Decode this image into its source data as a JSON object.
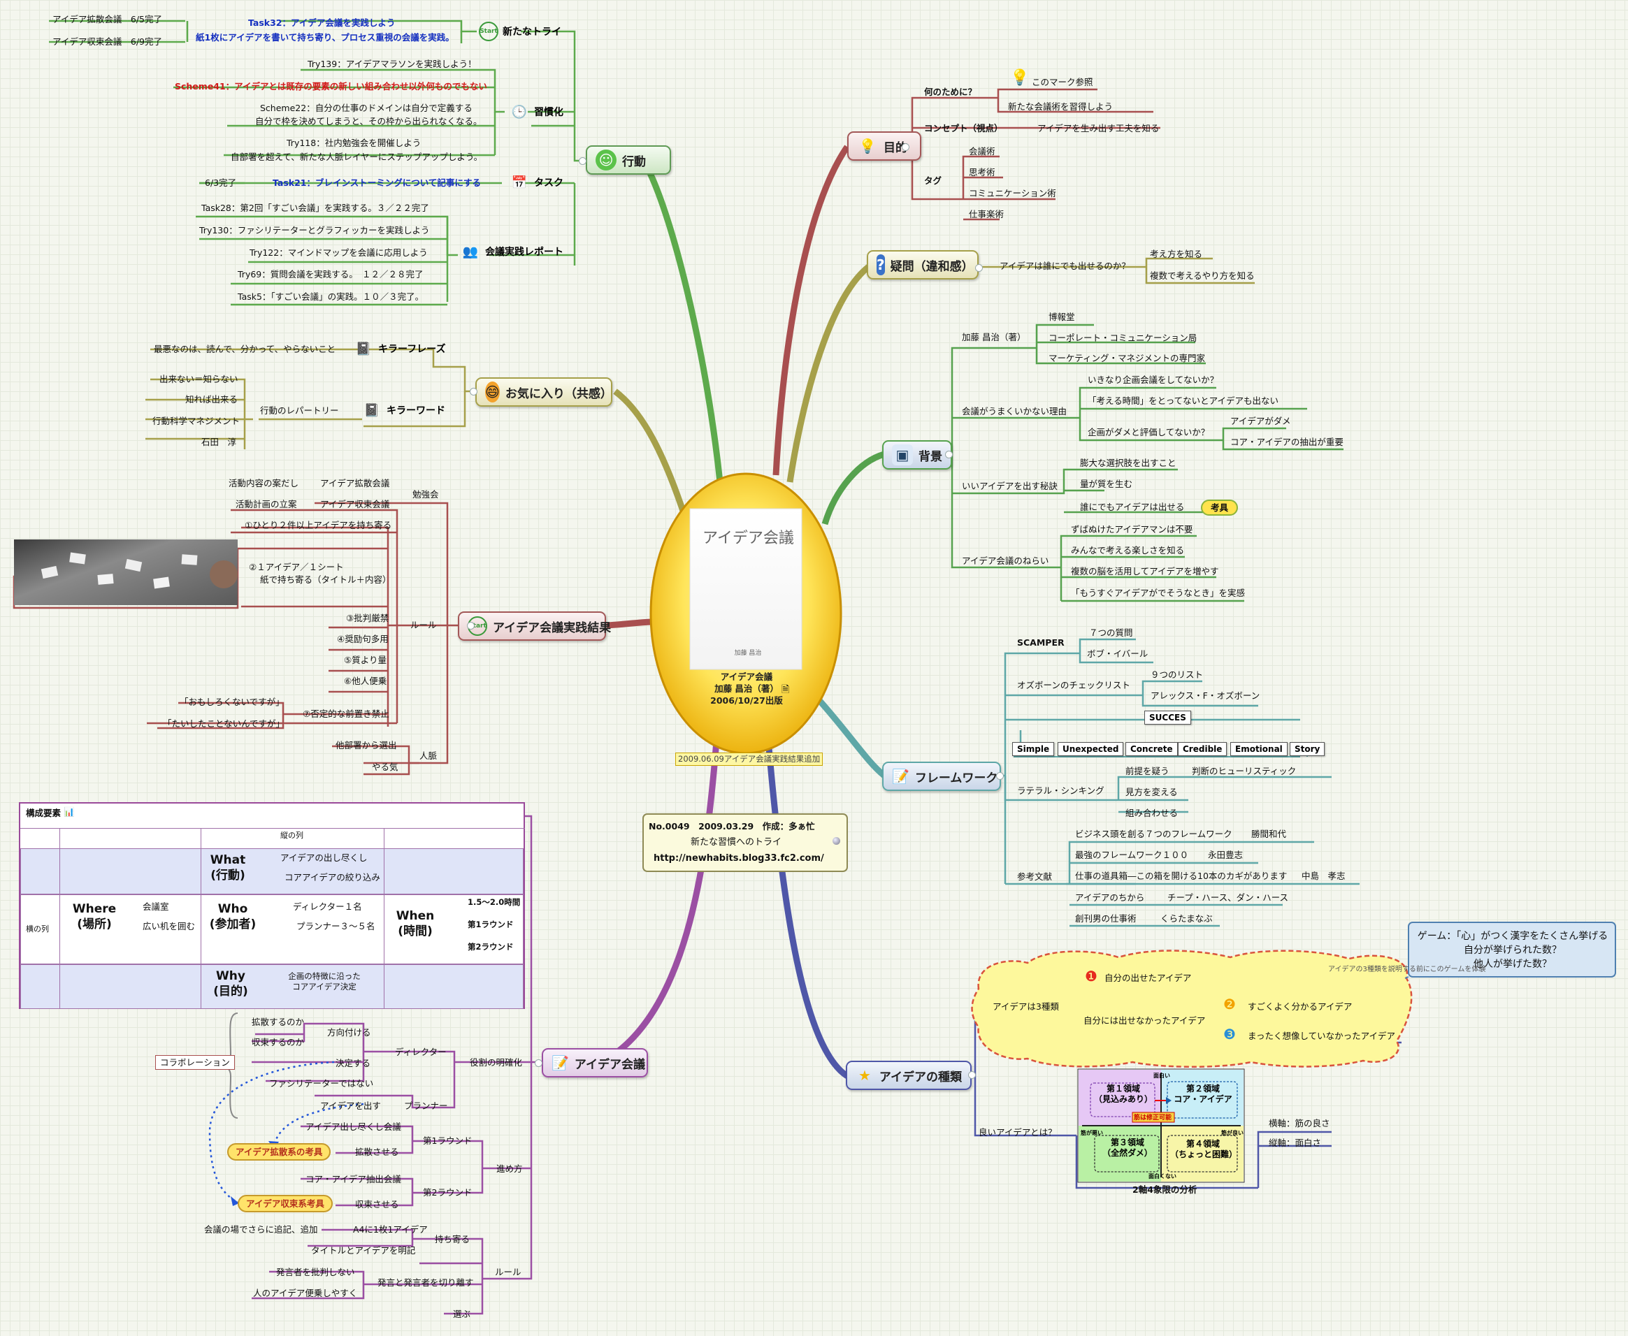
{
  "center": {
    "title": "アイデア会議",
    "author": "加藤 昌治（著）",
    "date": "2006/10/27出版",
    "book_cover_title": "アイデア会議",
    "book_cover_author": "加藤 昌治",
    "update_note": "2009.06.09アイデア会議実践結果追加"
  },
  "info_box": {
    "line1": "No.0049　2009.03.29　作成：多ぁ忙",
    "line2": "新たな習慣へのトライ",
    "line3": "http://newhabits.blog33.fc2.com/"
  },
  "mokuteki": {
    "label": "目的",
    "nanno": "何のために？",
    "mark": "このマーク参照",
    "shutoku": "新たな会議術を習得しよう",
    "concept": "コンセプト（視点）",
    "concept_val": "アイデアを生み出す工夫を知る",
    "tag": "タグ",
    "tags": [
      "会議術",
      "思考術",
      "コミュニケーション術",
      "仕事楽術"
    ]
  },
  "gimon": {
    "label": "疑問（違和感）",
    "q": "アイデアは誰にでも出せるのか？",
    "a1": "考え方を知る",
    "a2": "複数で考えるやり方を知る"
  },
  "haikei": {
    "label": "背景",
    "author": "加藤 昌治（著）",
    "a1": "博報堂",
    "a2": "コーポレート・コミュニケーション局",
    "a3": "マーケティング・マネジメントの専門家",
    "reason": "会議がうまくいかない理由",
    "r1": "いきなり企画会議をしてないか？",
    "r2": "「考える時間」をとってないとアイデアも出ない",
    "r3": "企画がダメと評価してないか？",
    "r3a": "アイデアがダメ",
    "r3b": "コア・アイデアの抽出が重要",
    "secret": "いいアイデアを出す秘訣",
    "s1": "膨大な選択肢を出すこと",
    "s2": "量が質を生む",
    "s3": "誰にでもアイデアは出せる",
    "s3tag": "考具",
    "aim": "アイデア会議のねらい",
    "m1": "ずばぬけたアイデアマンは不要",
    "m2": "みんなで考える楽しさを知る",
    "m3": "複数の脳を活用してアイデアを増やす",
    "m4": "「もうすぐアイデアがでそうなとき」を実感"
  },
  "framework": {
    "label": "フレームワーク",
    "scamper": "SCAMPER",
    "sc1": "７つの質問",
    "sc2": "ボブ・イバール",
    "osborn": "オズボーンのチェックリスト",
    "os1": "９つのリスト",
    "os2": "アレックス・F・オズボーン",
    "succes": "SUCCES",
    "succes_items": [
      "Simple",
      "Unexpected",
      "Concrete",
      "Credible",
      "Emotional",
      "Story"
    ],
    "lateral": "ラテラル・シンキング",
    "lt1": "前提を疑う",
    "lt1b": "判断のヒューリスティック",
    "lt2": "見方を変える",
    "lt3": "組み合わせる",
    "ref": "参考文献",
    "refs": [
      [
        "ビジネス頭を創る７つのフレームワーク",
        "勝間和代"
      ],
      [
        "最強のフレームワーク１００",
        "永田豊志"
      ],
      [
        "仕事の道具箱―この箱を開ける10本のカギがあります",
        "中島　孝志"
      ],
      [
        "アイデアのちから",
        "チープ・ハース、ダン・ハース"
      ],
      [
        "創刊男の仕事術",
        "くらたまなぶ"
      ]
    ]
  },
  "kind": {
    "label": "アイデアの種類",
    "three": "アイデアは3種類",
    "k1": "自分の出せたアイデア",
    "k2": "自分には出せなかったアイデア",
    "k2a": "すごくよく分かるアイデア",
    "k2b": "まったく想像していなかったアイデア",
    "callout_note": "アイデアの3種類を説明する前にこのゲームを体験",
    "game1": "ゲーム：「心」がつく漢字をたくさん挙げる",
    "game2": "自分が挙げられた数？",
    "game3": "他人が挙げた数？",
    "good": "良いアイデアとは？",
    "q1": "第１領域",
    "q1s": "（見込みあり）",
    "q2": "第２領域",
    "q2s": "コア・アイデア",
    "q3": "第３領域",
    "q3s": "（全然ダメ）",
    "q4": "第４領域",
    "q4s": "（ちょっと困難）",
    "qtop": "面白い",
    "qbottom": "面白くない",
    "qleft": "筋が悪い",
    "qright": "筋が良い",
    "qcenter": "筋は修正可能",
    "qcaption": "2軸4象限の分析",
    "x_axis": "横軸：筋の良さ",
    "y_axis": "縦軸：面白さ"
  },
  "kodo": {
    "label": "行動",
    "try": "新たなトライ",
    "t1": "Task32：アイデア会議を実践しよう",
    "t2": "紙1枚にアイデアを書いて持ち寄り、プロセス重視の会議を実践。",
    "t1a": "アイデア拡散会議　6/5完了",
    "t1b": "アイデア収束会議　6/9完了",
    "habit": "習慣化",
    "h1": "Try139：アイデアマラソンを実践しよう！",
    "h2": "Scheme41：アイデアとは既存の要素の新しい組み合わせ以外何ものでもない",
    "h3a": "Scheme22：自分の仕事のドメインは自分で定義する",
    "h3b": "自分で枠を決めてしまうと、その枠から出られなくなる。",
    "h4a": "Try118：社内勉強会を開催しよう",
    "h4b": "自部署を超えて、新たな人脈レイヤーにステップアップしよう。",
    "task": "タスク",
    "task_done": "6/3完了",
    "task1": "Task21：ブレインストーミングについて記事にする",
    "report": "会議実践レポート",
    "r1": "Task28：第2回「すごい会議」を実践する。３／２２完了",
    "r2": "Try130：ファシリテーターとグラフィッカーを実践しよう",
    "r3": "Try122：マインドマップを会議に応用しよう",
    "r4": "Try69：質問会議を実践する。　１２／２８完了",
    "r5": "Task5：「すごい会議」の実践。１０／３完了。"
  },
  "okiniiri": {
    "label": "お気に入り（共感）",
    "phrase": "キラーフレーズ",
    "p1": "最悪なのは、読んで、分かって、やらないこと",
    "word": "キラーワード",
    "repertoire": "行動のレパートリー",
    "w1": "出来ない＝知らない",
    "w2": "知れば出来る",
    "w3": "行動科学マネジメント",
    "w4": "石田　淳"
  },
  "jissen": {
    "label": "アイデア会議実践結果",
    "study": "勉強会",
    "st1": "活動内容の案だし",
    "st1b": "アイデア拡散会議",
    "st2": "活動計画の立案",
    "st2b": "アイデア収束会議",
    "rule": "ルール",
    "ru1": "①ひとり２件以上アイデアを持ち寄る",
    "ru2a": "②１アイデア／１シート",
    "ru2b": "紙で持ち寄る（タイトル＋内容）",
    "ru3": "③批判厳禁",
    "ru4": "④奨励句多用",
    "ru5": "⑤質より量",
    "ru6": "⑥他人便乗",
    "ru7": "⑦否定的な前置き禁止",
    "ru7a": "「おもしろくないですが」",
    "ru7b": "「たいしたことないんですが」",
    "jinmyaku": "人脈",
    "j1": "他部署から選出",
    "j2": "やる気"
  },
  "matrix": {
    "title": "構成要素",
    "col_header": "縦の列",
    "row_header": "横の列",
    "what": "What",
    "what2": "(行動)",
    "what1": "アイデアの出し尽くし",
    "what1b": "コアアイデアの絞り込み",
    "where": "Where",
    "where2": "(場所)",
    "wh1": "会議室",
    "wh2": "広い机を囲む",
    "who": "Who",
    "who2": "(参加者)",
    "who1": "ディレクター１名",
    "who1b": "プランナー３～５名",
    "when": "When",
    "when2": "(時間)",
    "wn1": "1.5～2.0時間",
    "wn2": "第1ラウンド",
    "wn3": "第2ラウンド",
    "why": "Why",
    "why2": "(目的)",
    "why1": "企画の特徴に沿った",
    "why1b": "コアアイデア決定"
  },
  "kaigi": {
    "label": "アイデア会議",
    "role": "役割の明確化",
    "director": "ディレクター",
    "d1": "拡散するのか",
    "d2": "収束するのか",
    "d12": "方向付ける",
    "d3": "決定する",
    "d4": "ファシリテーターではない",
    "collab": "コラボレーション",
    "planner": "プランナー",
    "p1": "アイデアを出す",
    "method": "進め方",
    "round1": "第1ラウンド",
    "round1a": "アイデア出し尽くし会議",
    "round1b": "拡散させる",
    "round1k": "アイデア拡散系の考具",
    "round2": "第2ラウンド",
    "round2a": "コア・アイデア抽出会議",
    "round2b": "収束させる",
    "round2k": "アイデア収束系考具",
    "rule": "ルール",
    "motiyori": "持ち寄る",
    "m1": "A4に1枚1アイデア",
    "m1a": "会議の場でさらに追記、追加",
    "m2": "タイトルとアイデアを明記",
    "hatsugen": "発言と発言者を切り離す",
    "h1": "発言者を批判しない",
    "h2": "人のアイデア便乗しやすく",
    "erabu": "選ぶ"
  }
}
